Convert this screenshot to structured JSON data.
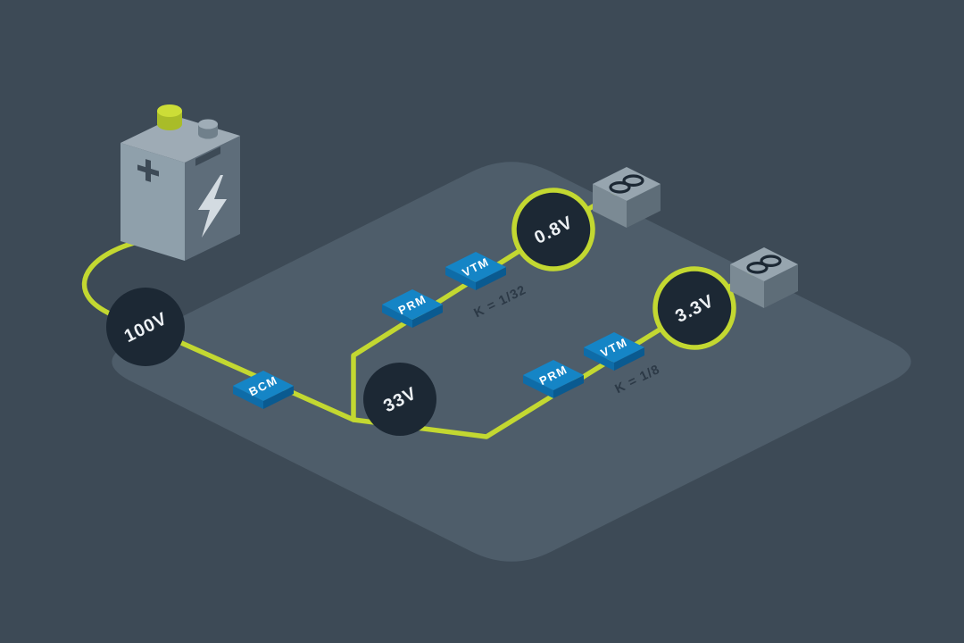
{
  "colors": {
    "background": "#3d4a56",
    "platform": "#4e5d6a",
    "wire_accent": "#c3d831",
    "module_blue": "#1585c6",
    "node_fill": "#1c2834",
    "battery_cap_lime": "#ccdd37"
  },
  "diagram": {
    "nodes": {
      "input": {
        "label": "100V"
      },
      "bus": {
        "label": "33V"
      },
      "out1": {
        "label": "0.8V"
      },
      "out2": {
        "label": "3.3V"
      }
    },
    "modules": {
      "bcm": {
        "label": "BCM"
      },
      "prm1": {
        "label": "PRM"
      },
      "vtm1": {
        "label": "VTM"
      },
      "prm2": {
        "label": "PRM"
      },
      "vtm2": {
        "label": "VTM"
      }
    },
    "annotations": {
      "k1": {
        "label": "K = 1/32"
      },
      "k2": {
        "label": "K = 1/8"
      }
    }
  }
}
